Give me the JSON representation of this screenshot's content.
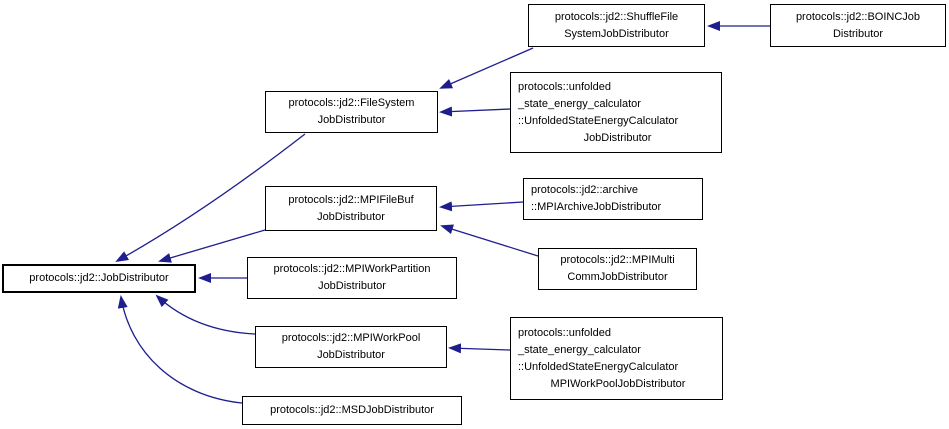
{
  "diagram": {
    "kind": "inheritance-graph",
    "colors": {
      "arrow": "#1e1e8f",
      "box_border": "#000000",
      "box_fill": "#ffffff",
      "text": "#000000",
      "background": "#ffffff"
    },
    "nodes": {
      "job_distributor": {
        "lines": [
          "protocols::jd2::JobDistributor"
        ]
      },
      "file_system": {
        "lines": [
          "protocols::jd2::FileSystem",
          "JobDistributor"
        ]
      },
      "shuffle_file_system": {
        "lines": [
          "protocols::jd2::ShuffleFile",
          "SystemJobDistributor"
        ]
      },
      "boinc": {
        "lines": [
          "protocols::jd2::BOINCJob",
          "Distributor"
        ]
      },
      "unfolded_calc": {
        "lines": [
          "protocols::unfolded",
          "_state_energy_calculator",
          "::UnfoldedStateEnergyCalculator",
          "JobDistributor"
        ]
      },
      "mpi_file_buf": {
        "lines": [
          "protocols::jd2::MPIFileBuf",
          "JobDistributor"
        ]
      },
      "mpi_archive": {
        "lines": [
          "protocols::jd2::archive",
          "::MPIArchiveJobDistributor"
        ]
      },
      "mpi_multi_comm": {
        "lines": [
          "protocols::jd2::MPIMulti",
          "CommJobDistributor"
        ]
      },
      "mpi_work_partition": {
        "lines": [
          "protocols::jd2::MPIWorkPartition",
          "JobDistributor"
        ]
      },
      "mpi_work_pool": {
        "lines": [
          "protocols::jd2::MPIWorkPool",
          "JobDistributor"
        ]
      },
      "unfolded_calc_mpi": {
        "lines": [
          "protocols::unfolded",
          "_state_energy_calculator",
          "::UnfoldedStateEnergyCalculator",
          "MPIWorkPoolJobDistributor"
        ]
      },
      "msd": {
        "lines": [
          "protocols::jd2::MSDJobDistributor"
        ]
      }
    },
    "edges": [
      {
        "from": "boinc",
        "to": "shuffle_file_system",
        "type": "inherits"
      },
      {
        "from": "shuffle_file_system",
        "to": "file_system",
        "type": "inherits"
      },
      {
        "from": "unfolded_calc",
        "to": "file_system",
        "type": "inherits"
      },
      {
        "from": "file_system",
        "to": "job_distributor",
        "type": "inherits"
      },
      {
        "from": "mpi_archive",
        "to": "mpi_file_buf",
        "type": "inherits"
      },
      {
        "from": "mpi_multi_comm",
        "to": "mpi_file_buf",
        "type": "inherits"
      },
      {
        "from": "mpi_file_buf",
        "to": "job_distributor",
        "type": "inherits"
      },
      {
        "from": "mpi_work_partition",
        "to": "job_distributor",
        "type": "inherits"
      },
      {
        "from": "mpi_work_pool",
        "to": "job_distributor",
        "type": "inherits"
      },
      {
        "from": "unfolded_calc_mpi",
        "to": "mpi_work_pool",
        "type": "inherits"
      },
      {
        "from": "msd",
        "to": "job_distributor",
        "type": "inherits"
      }
    ]
  }
}
